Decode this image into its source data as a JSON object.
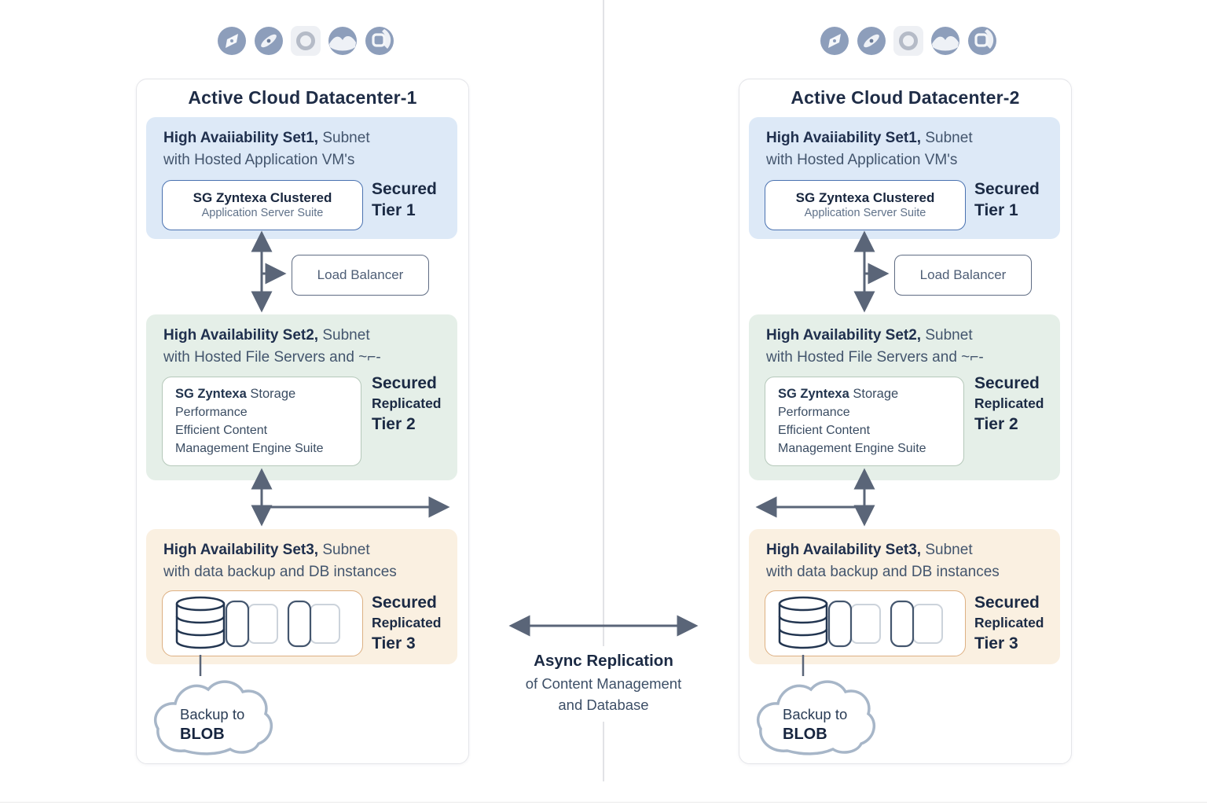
{
  "colors": {
    "set1_bg": "#dde9f7",
    "set1_border": "#4a72b0",
    "set2_bg": "#e5efe8",
    "set2_border": "#b5c8ba",
    "set3_bg": "#faf0e1",
    "set3_border": "#ddb083",
    "arrow": "#5a6578",
    "text_dark": "#1e2c46",
    "text_slate": "#43556d",
    "icon_circle": "#8d9ebb",
    "cloud_stroke": "#a7b6c8"
  },
  "icons": [
    "compass-icon",
    "compass-alt-icon",
    "ring-icon",
    "wave-icon",
    "shield-badge-icon"
  ],
  "datacenters": [
    {
      "title": "Active Cloud Datacenter-1",
      "set1": {
        "heading_bold": "High Avaiiability Set1,",
        "heading_rest": " Subnet",
        "heading_line2": "with Hosted Application VM's",
        "box_title": "SG Zyntexa Clustered",
        "box_subtitle": "Application Server Suite",
        "tier_line1": "Secured",
        "tier_line2": "Tier 1"
      },
      "load_balancer_label": "Load Balancer",
      "set2": {
        "heading_bold": "High Availability Set2,",
        "heading_rest": " Subnet",
        "heading_line2": "with Hosted File Servers and ~⌐-",
        "box_line1_bold": "SG Zyntexa",
        "box_line1_rest": " Storage",
        "box_line2": "Performance",
        "box_line3": "Efficient Content",
        "box_line4": "Management Engine Suite",
        "tier_line1": "Secured",
        "tier_line2": "Replicated",
        "tier_line3": "Tier 2"
      },
      "set3": {
        "heading_bold": "High Availability Set3,",
        "heading_rest": " Subnet",
        "heading_line2": "with data backup and DB instances",
        "tier_line1": "Secured",
        "tier_line2": "Replicated",
        "tier_line3": "Tier 3"
      },
      "cloud": {
        "line1": "Backup to",
        "line2": "BLOB"
      }
    },
    {
      "title": "Active Cloud Datacenter-2",
      "set1": {
        "heading_bold": "High Avaiiability Set1,",
        "heading_rest": " Subnet",
        "heading_line2": "with Hosted Application VM's",
        "box_title": "SG Zyntexa Clustered",
        "box_subtitle": "Application Server Suite",
        "tier_line1": "Secured",
        "tier_line2": "Tier 1"
      },
      "load_balancer_label": "Load Balancer",
      "set2": {
        "heading_bold": "High Availability Set2,",
        "heading_rest": " Subnet",
        "heading_line2": "with Hosted File Servers and ~⌐-",
        "box_line1_bold": "SG Zyntexa",
        "box_line1_rest": " Storage",
        "box_line2": "Performance",
        "box_line3": "Efficient Content",
        "box_line4": "Management Engine Suite",
        "tier_line1": "Secured",
        "tier_line2": "Replicated",
        "tier_line3": "Tier 2"
      },
      "set3": {
        "heading_bold": "High Availability Set3,",
        "heading_rest": " Subnet",
        "heading_line2": "with data backup and DB instances",
        "tier_line1": "Secured",
        "tier_line2": "Replicated",
        "tier_line3": "Tier 3"
      },
      "cloud": {
        "line1": "Backup to",
        "line2": "BLOB"
      }
    }
  ],
  "center": {
    "replication_title": "Async Replication",
    "replication_line2": "of Content Management",
    "replication_line3": "and Database"
  }
}
